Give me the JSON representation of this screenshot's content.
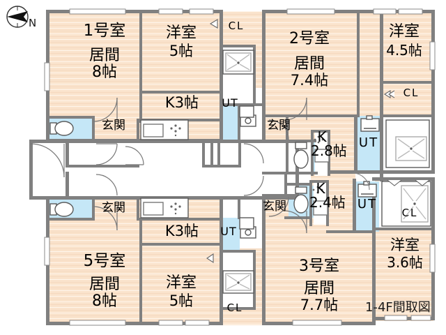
{
  "document": {
    "caption": "1-4F間取図",
    "compass_label": "N",
    "type": "apartment-floor-plan"
  },
  "colors": {
    "floor_tatami": "#FAE3CC",
    "floor_stripe": "#F7EDE2",
    "wet_area": "#C5E7F7",
    "wall": "#808080",
    "wall_dark": "#6E6E6E",
    "white": "#FFFFFF",
    "text": "#000000"
  },
  "units": [
    {
      "id": "unit-1",
      "name": "1号室",
      "rooms": [
        {
          "label": "居間\n8帖",
          "type": "living"
        },
        {
          "label": "洋室\n5帖",
          "type": "western-room"
        },
        {
          "label": "K 3帖",
          "type": "kitchen"
        },
        {
          "label": "玄関",
          "type": "entrance"
        },
        {
          "label": "UT",
          "type": "utility"
        },
        {
          "label": "CL",
          "type": "closet"
        }
      ]
    },
    {
      "id": "unit-2",
      "name": "2号室",
      "rooms": [
        {
          "label": "居間\n7.4帖",
          "type": "living"
        },
        {
          "label": "洋室\n4.5帖",
          "type": "western-room"
        },
        {
          "label": "K\n2.8帖",
          "type": "kitchen"
        },
        {
          "label": "玄関",
          "type": "entrance"
        },
        {
          "label": "UT",
          "type": "utility"
        },
        {
          "label": "CL",
          "type": "closet"
        }
      ]
    },
    {
      "id": "unit-3",
      "name": "3号室",
      "rooms": [
        {
          "label": "居間\n7.7帖",
          "type": "living"
        },
        {
          "label": "洋室\n3.6帖",
          "type": "western-room"
        },
        {
          "label": "K\n2.4帖",
          "type": "kitchen"
        },
        {
          "label": "玄関",
          "type": "entrance"
        },
        {
          "label": "UT",
          "type": "utility"
        },
        {
          "label": "CL",
          "type": "closet"
        }
      ]
    },
    {
      "id": "unit-5",
      "name": "5号室",
      "rooms": [
        {
          "label": "居間\n8帖",
          "type": "living"
        },
        {
          "label": "洋室\n5帖",
          "type": "western-room"
        },
        {
          "label": "K 3帖",
          "type": "kitchen"
        },
        {
          "label": "玄関",
          "type": "entrance"
        },
        {
          "label": "UT",
          "type": "utility"
        },
        {
          "label": "CL",
          "type": "closet"
        }
      ]
    }
  ],
  "labels": {
    "u1_name": "1号室",
    "u1_living": "居間",
    "u1_living_size": "8帖",
    "u1_west": "洋室",
    "u1_west_size": "5帖",
    "u1_kitchen": "K3帖",
    "u1_entrance": "玄関",
    "u1_ut": "UT",
    "u1_cl": "CL",
    "u2_name": "2号室",
    "u2_living": "居間",
    "u2_living_size": "7.4帖",
    "u2_west": "洋室",
    "u2_west_size": "4.5帖",
    "u2_kitchen_k": "K",
    "u2_kitchen_size": "2.8帖",
    "u2_entrance": "玄関",
    "u2_ut": "UT",
    "u2_cl_top": "CL",
    "u2_cl_right": "CL",
    "u3_name": "3号室",
    "u3_living": "居間",
    "u3_living_size": "7.7帖",
    "u3_west": "洋室",
    "u3_west_size": "3.6帖",
    "u3_kitchen_k": "K",
    "u3_kitchen_size": "2.4帖",
    "u3_entrance": "玄関",
    "u3_ut": "UT",
    "u3_cl": "CL",
    "u5_name": "5号室",
    "u5_living": "居間",
    "u5_living_size": "8帖",
    "u5_west": "洋室",
    "u5_west_size": "5帖",
    "u5_kitchen": "K3帖",
    "u5_entrance": "玄関",
    "u5_ut": "UT",
    "u5_cl": "CL",
    "caption": "1-4F間取図",
    "compass_n": "N"
  }
}
